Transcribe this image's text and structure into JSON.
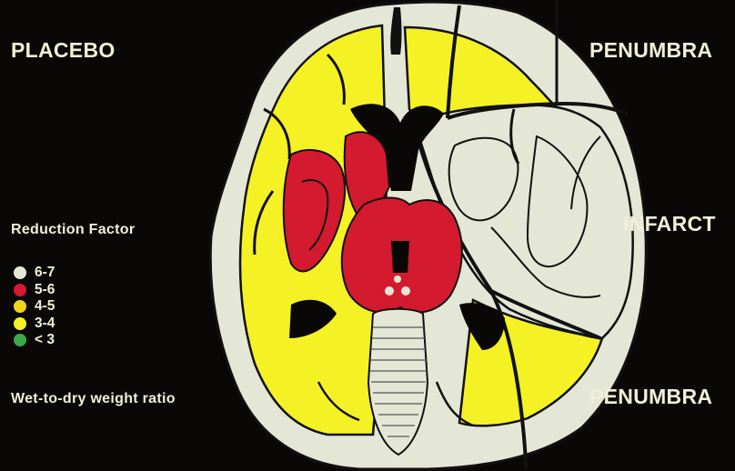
{
  "labels": {
    "placebo": "PLACEBO",
    "penumbra_top": "PENUMBRA",
    "infarct": "INFARCT",
    "penumbra_bottom": "PENUMBRA",
    "legend_title": "Reduction Factor",
    "footnote": "Wet-to-dry weight ratio"
  },
  "legend": [
    {
      "label": "6-7",
      "color": "#e4e7d6"
    },
    {
      "label": "5-6",
      "color": "#d41a2e"
    },
    {
      "label": "4-5",
      "color": "#f1d51b"
    },
    {
      "label": "3-4",
      "color": "#f4f225"
    },
    {
      "label": "< 3",
      "color": "#3aa84a"
    }
  ],
  "colors": {
    "background": "#0a0806",
    "cortex": "#e4e7d6",
    "white_matter": "#f4f225",
    "basal_ganglia": "#d41a2e",
    "ventricle": "#0a0806"
  }
}
